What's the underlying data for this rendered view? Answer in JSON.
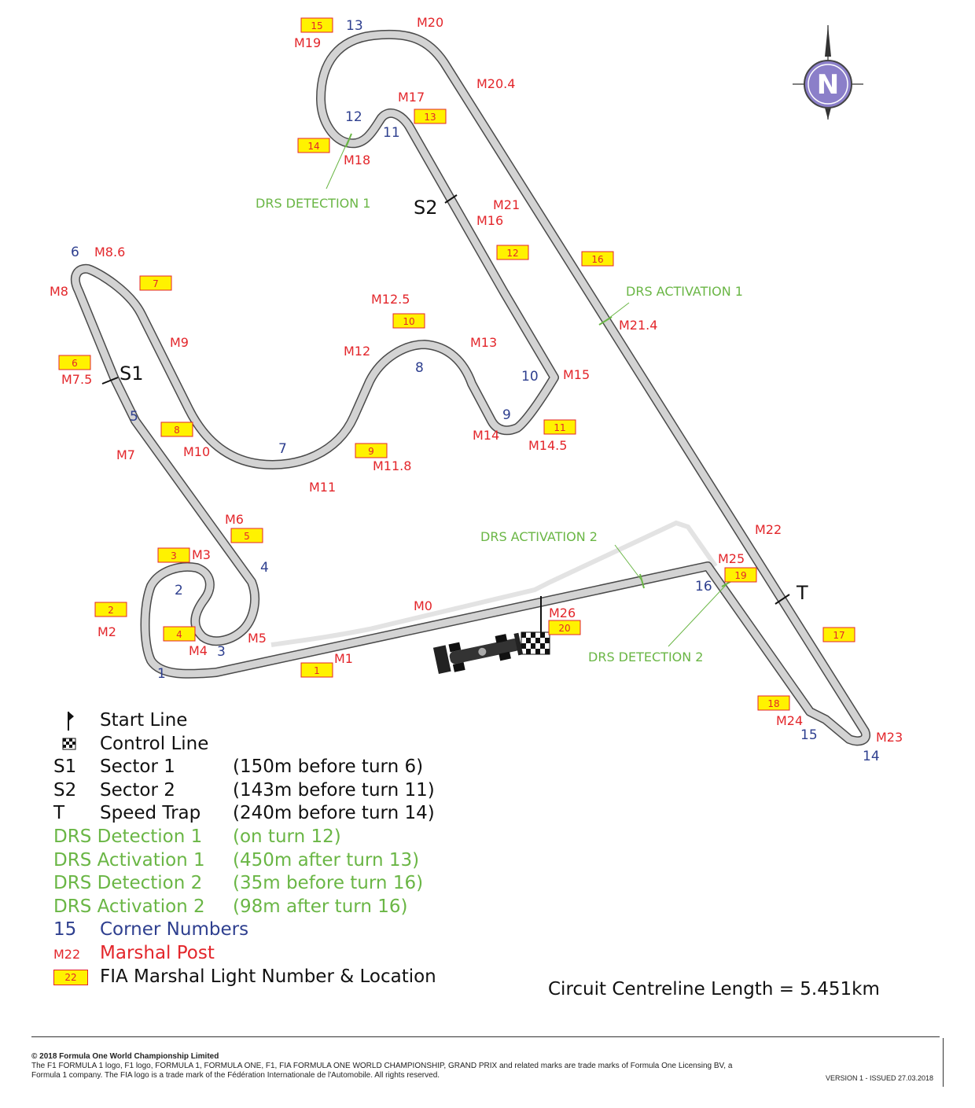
{
  "corners": [
    {
      "n": "1"
    },
    {
      "n": "2"
    },
    {
      "n": "3"
    },
    {
      "n": "4"
    },
    {
      "n": "5"
    },
    {
      "n": "6"
    },
    {
      "n": "7"
    },
    {
      "n": "8"
    },
    {
      "n": "9"
    },
    {
      "n": "10"
    },
    {
      "n": "11"
    },
    {
      "n": "12"
    },
    {
      "n": "13"
    },
    {
      "n": "14"
    },
    {
      "n": "15"
    },
    {
      "n": "16"
    }
  ],
  "marshals": [
    "M0",
    "M1",
    "M2",
    "M3",
    "M4",
    "M5",
    "M6",
    "M7",
    "M7.5",
    "M8",
    "M8.6",
    "M9",
    "M10",
    "M11",
    "M11.8",
    "M12",
    "M12.5",
    "M13",
    "M14",
    "M14.5",
    "M15",
    "M16",
    "M17",
    "M18",
    "M19",
    "M20",
    "M20.4",
    "M21",
    "M21.4",
    "M22",
    "M23",
    "M24",
    "M25",
    "M26"
  ],
  "lights": [
    "1",
    "2",
    "3",
    "4",
    "5",
    "6",
    "7",
    "8",
    "9",
    "10",
    "11",
    "12",
    "13",
    "14",
    "15",
    "16",
    "17",
    "18",
    "19",
    "20"
  ],
  "drs_labels": {
    "detection1": "DRS DETECTION 1",
    "activation1": "DRS ACTIVATION 1",
    "detection2": "DRS DETECTION 2",
    "activation2": "DRS ACTIVATION 2"
  },
  "sector_marks": {
    "s1": "S1",
    "s2": "S2",
    "t": "T"
  },
  "compass": {
    "letter": "N"
  },
  "legend": [
    {
      "key": "",
      "label": "Start Line",
      "note": "",
      "color": "black",
      "icon": "start-line-flag-icon"
    },
    {
      "key": "",
      "label": "Control Line",
      "note": "",
      "color": "black",
      "icon": "chequered-flag-icon"
    },
    {
      "key": "S1",
      "label": "Sector 1",
      "note": "(150m before turn 6)",
      "color": "black"
    },
    {
      "key": "S2",
      "label": "Sector 2",
      "note": "(143m before turn 11)",
      "color": "black"
    },
    {
      "key": "T",
      "label": "Speed Trap",
      "note": "(240m before turn 14)",
      "color": "black"
    },
    {
      "key": "DRS Detection 1",
      "label": "",
      "note": "(on turn 12)",
      "color": "green"
    },
    {
      "key": "DRS Activation 1",
      "label": "",
      "note": "(450m after turn 13)",
      "color": "green"
    },
    {
      "key": "DRS Detection 2",
      "label": "",
      "note": "(35m before turn 16)",
      "color": "green"
    },
    {
      "key": "DRS Activation 2",
      "label": "",
      "note": "(98m after turn 16)",
      "color": "green"
    },
    {
      "key": "15",
      "label": "Corner Numbers",
      "note": "",
      "color": "blue"
    },
    {
      "key": "M22",
      "label": "Marshal Post",
      "note": "",
      "color": "red"
    },
    {
      "key": "22",
      "label": "FIA Marshal Light Number & Location",
      "note": "",
      "color": "black"
    }
  ],
  "circuit_length": "Circuit Centreline Length = 5.451km",
  "footer": {
    "copyright": "© 2018 Formula One World Championship Limited",
    "line1": "The F1 FORMULA 1 logo, F1 logo, FORMULA 1, FORMULA ONE, F1, FIA FORMULA ONE WORLD CHAMPIONSHIP, GRAND PRIX and related marks are trade marks of Formula One Licensing BV, a",
    "line2": "Formula 1 company. The FIA logo is a trade mark of the Fédération Internationale de l'Automobile. All rights reserved.",
    "version": "VERSION 1 - ISSUED 27.03.2018"
  },
  "colors": {
    "corner": "#2e3f8f",
    "marshal": "#e3262b",
    "drs": "#6ab645",
    "light_fill": "#fff200",
    "track": "#c8c8c8",
    "pitlane": "#e3e3e3",
    "compass": "#8b7fc9"
  }
}
